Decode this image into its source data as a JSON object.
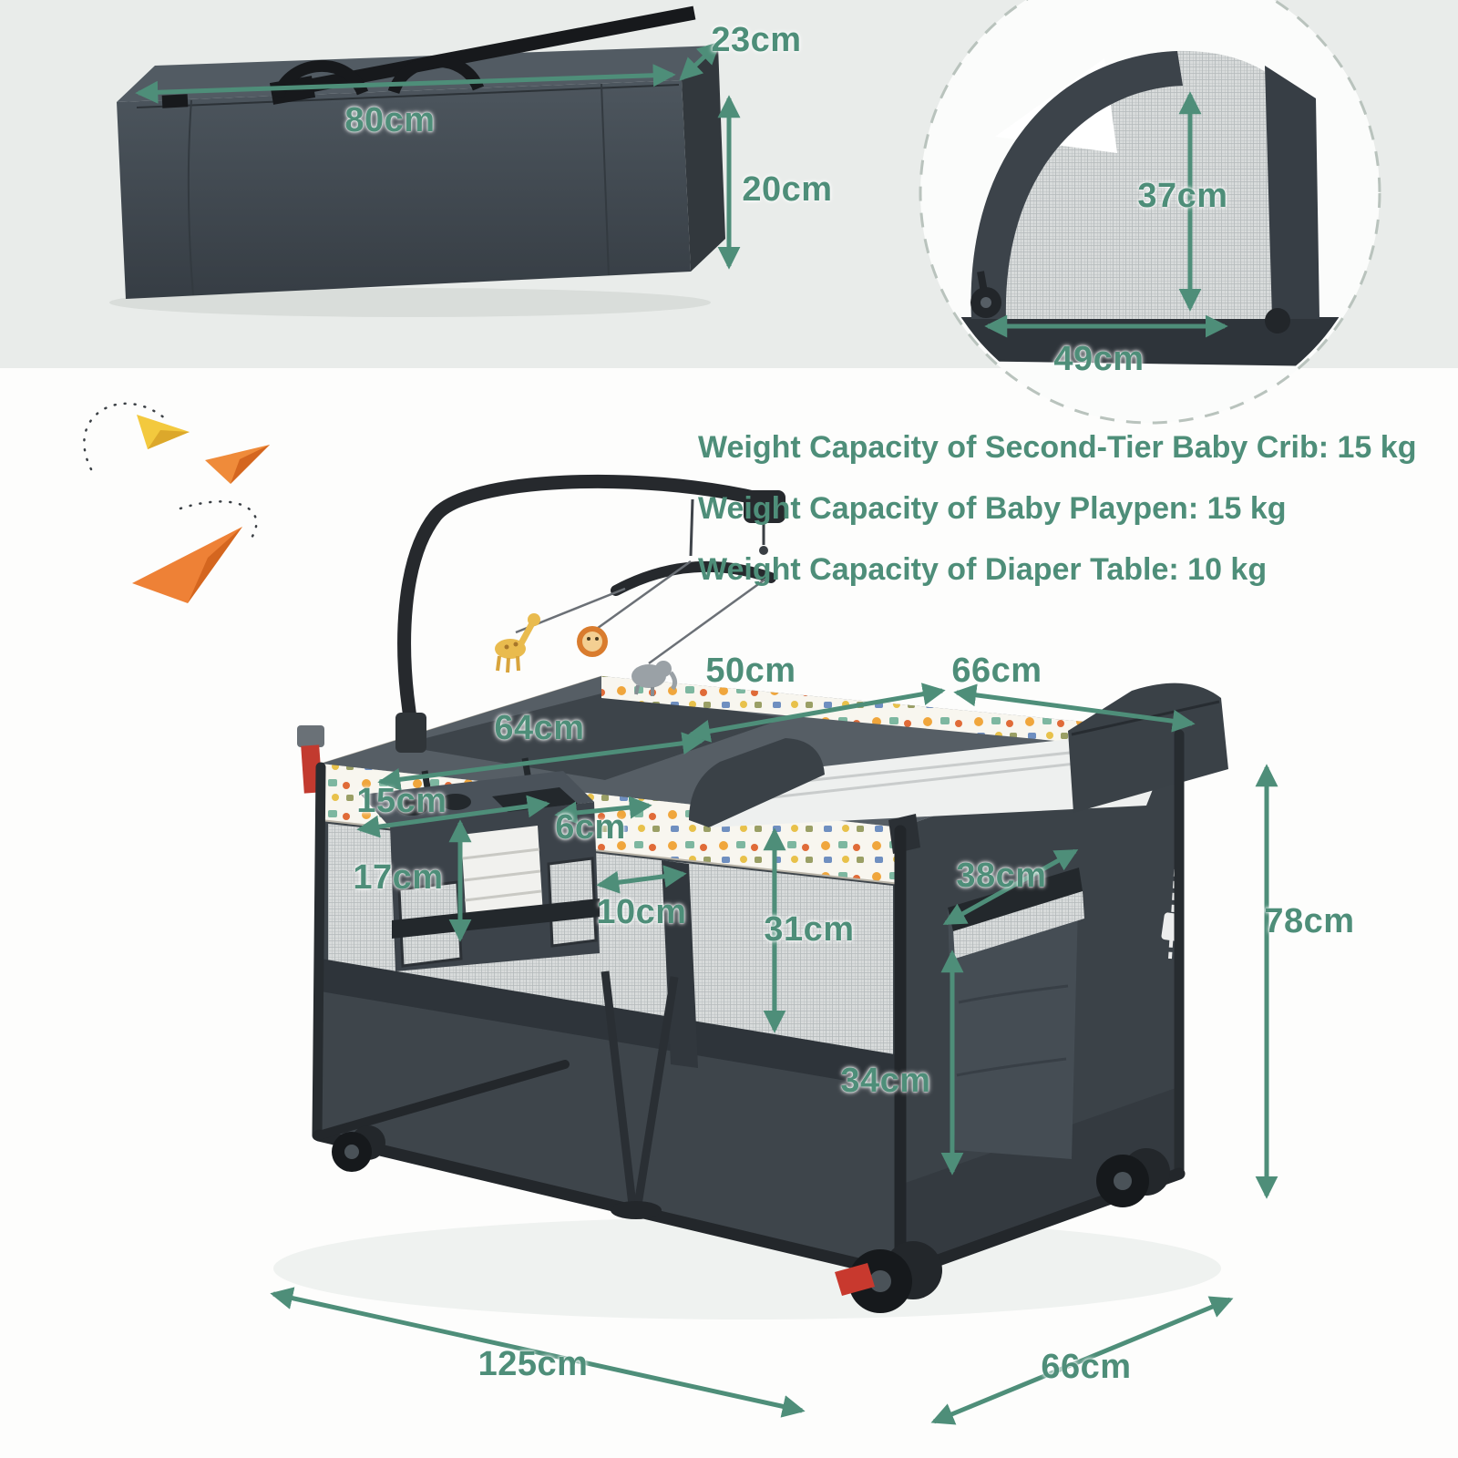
{
  "palette": {
    "accent": "#4E8E79",
    "product_dark": "#3E454B",
    "top_background": "#E9ECEA",
    "page_background": "#FDFDFC"
  },
  "top_section": {
    "carry_bag": {
      "width": "80cm",
      "depth": "23cm",
      "height": "20cm"
    },
    "folded_inset": {
      "height": "37cm",
      "width": "49cm"
    }
  },
  "weight_capacity": {
    "second_tier_crib": "Weight Capacity of Second-Tier Baby Crib: 15 kg",
    "baby_playpen": "Weight Capacity of Baby Playpen: 15 kg",
    "diaper_table": "Weight Capacity of Diaper Table: 10 kg"
  },
  "main_product": {
    "crib_top_width": "64cm",
    "changing_table_front": "50cm",
    "changing_table_side": "66cm",
    "organizer_width": "15cm",
    "organizer_slot": "6cm",
    "organizer_height": "17cm",
    "mesh_pocket": "10cm",
    "playpen_depth": "31cm",
    "storage_bag_opening": "38cm",
    "overall_height": "78cm",
    "storage_bag_height": "34cm",
    "overall_length": "125cm",
    "overall_width": "66cm"
  }
}
